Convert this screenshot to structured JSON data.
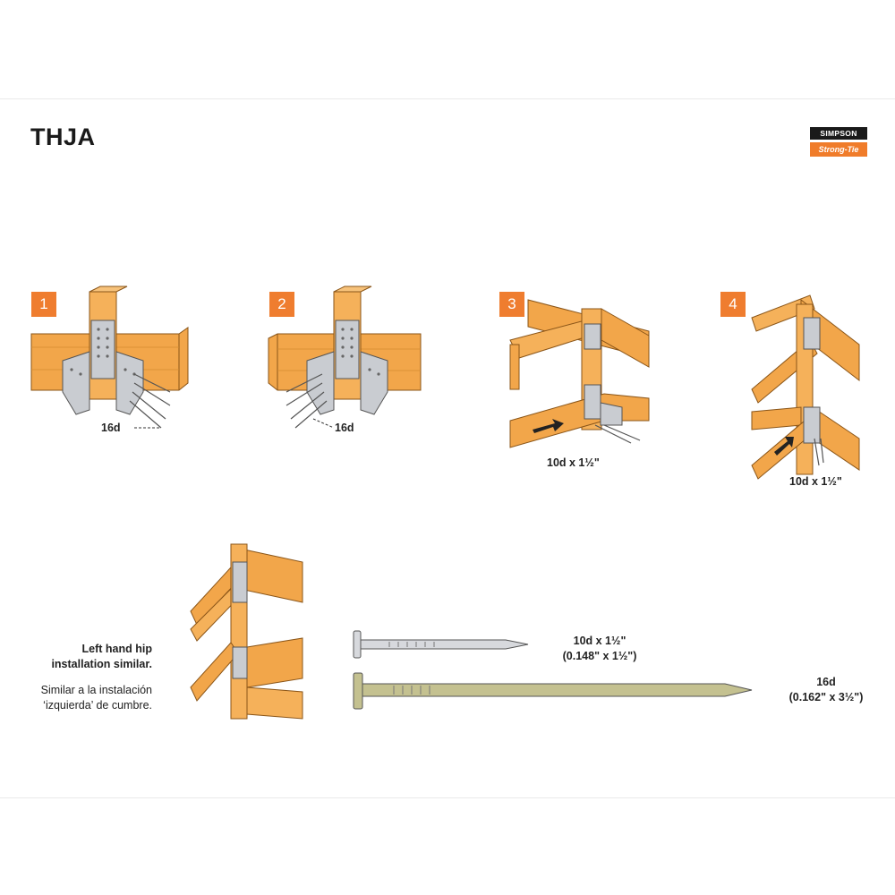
{
  "title": "THJA",
  "brand": {
    "top": "SIMPSON",
    "bottom": "Strong-Tie"
  },
  "steps": [
    {
      "number": "1",
      "nail_label": "16d"
    },
    {
      "number": "2",
      "nail_label": "16d"
    },
    {
      "number": "3",
      "nail_label": "10d x 1½\""
    },
    {
      "number": "4",
      "nail_label": "10d x 1½\""
    }
  ],
  "note": {
    "en_line1": "Left hand hip",
    "en_line2": "installation similar.",
    "es_line1": "Similar a la instalación",
    "es_line2": "‘izquierda’ de cumbre."
  },
  "nails": [
    {
      "name": "10d x 1½\"",
      "spec": "(0.148\" x 1½\")"
    },
    {
      "name": "16d",
      "spec": "(0.162\" x 3½\")"
    }
  ],
  "colors": {
    "wood": "#f2a64a",
    "wood_dark": "#c97a22",
    "steel": "#c9ccd1",
    "accent": "#ef7d2f"
  }
}
